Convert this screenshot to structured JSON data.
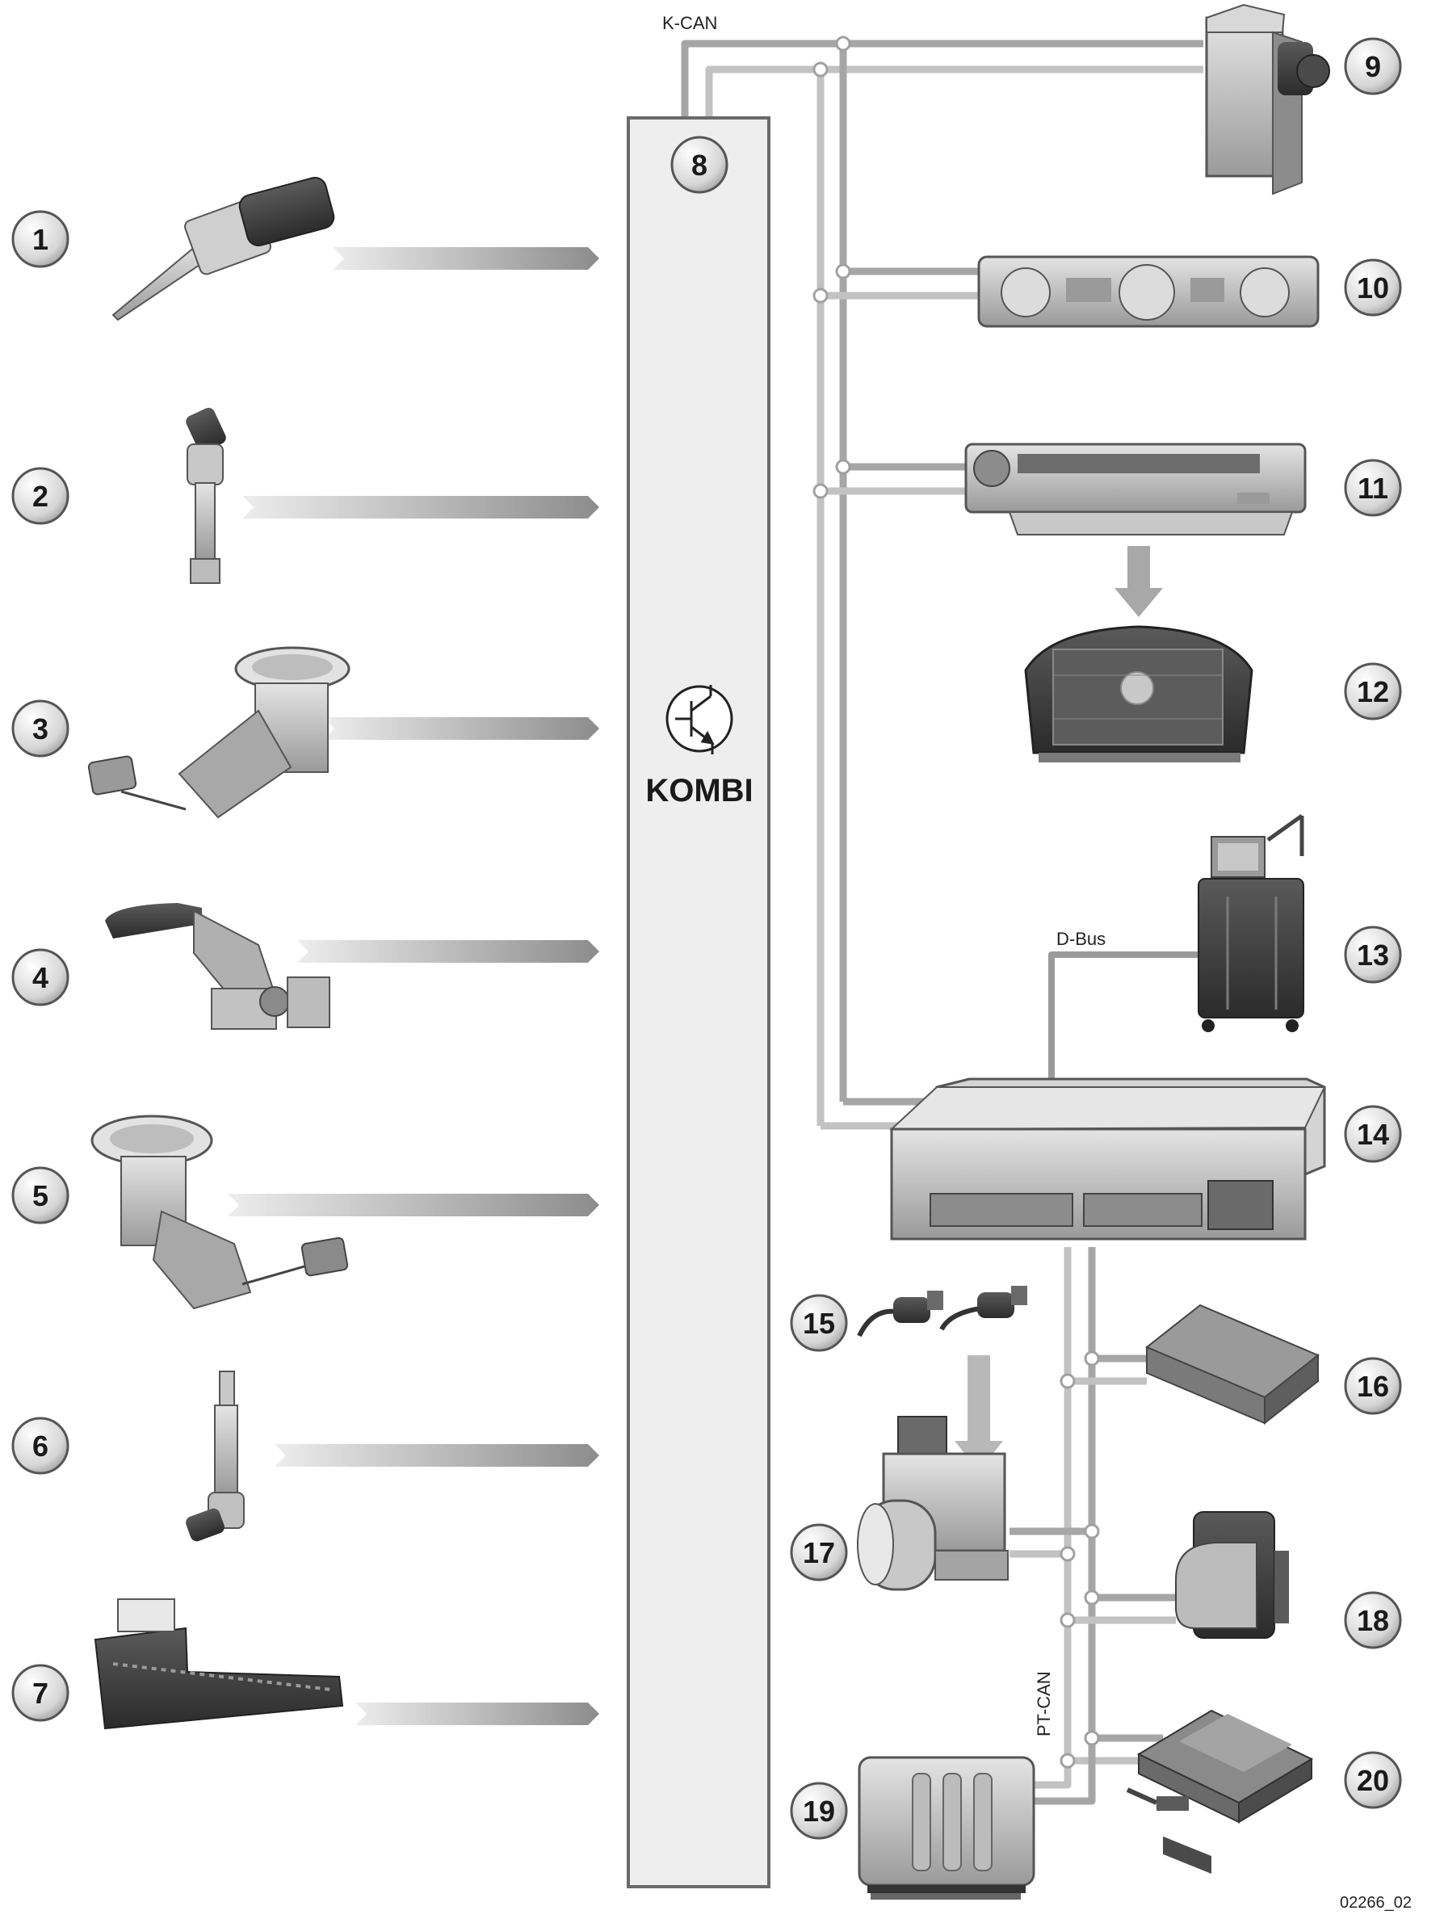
{
  "bus_labels": {
    "k_can": "K-CAN",
    "d_bus": "D-Bus",
    "pt_can": "PT-CAN"
  },
  "kombi": {
    "number": "8",
    "label": "KOMBI",
    "symbol": "transistor-icon"
  },
  "inputs": [
    {
      "number": "1",
      "icon": "temperature-sensor-icon"
    },
    {
      "number": "2",
      "icon": "brake-fluid-level-switch-icon"
    },
    {
      "number": "3",
      "icon": "fuel-level-sensor-right-icon"
    },
    {
      "number": "4",
      "icon": "handbrake-lever-icon"
    },
    {
      "number": "5",
      "icon": "fuel-level-sensor-left-icon"
    },
    {
      "number": "6",
      "icon": "coolant-level-switch-icon"
    },
    {
      "number": "7",
      "icon": "circuit-board-icon"
    }
  ],
  "modules": [
    {
      "number": "9",
      "icon": "control-unit-icon"
    },
    {
      "number": "10",
      "icon": "climate-control-panel-icon"
    },
    {
      "number": "11",
      "icon": "audio-head-unit-icon"
    },
    {
      "number": "12",
      "icon": "central-display-icon"
    },
    {
      "number": "13",
      "icon": "diagnosis-system-icon"
    },
    {
      "number": "14",
      "icon": "gateway-module-icon"
    },
    {
      "number": "15",
      "icon": "wheel-speed-sensors-icon"
    },
    {
      "number": "16",
      "icon": "control-module-icon"
    },
    {
      "number": "17",
      "icon": "dsc-hydraulic-unit-icon"
    },
    {
      "number": "18",
      "icon": "sensor-module-icon"
    },
    {
      "number": "19",
      "icon": "engine-control-unit-icon"
    },
    {
      "number": "20",
      "icon": "transmission-control-icon"
    }
  ],
  "reference_code": "02266_02"
}
